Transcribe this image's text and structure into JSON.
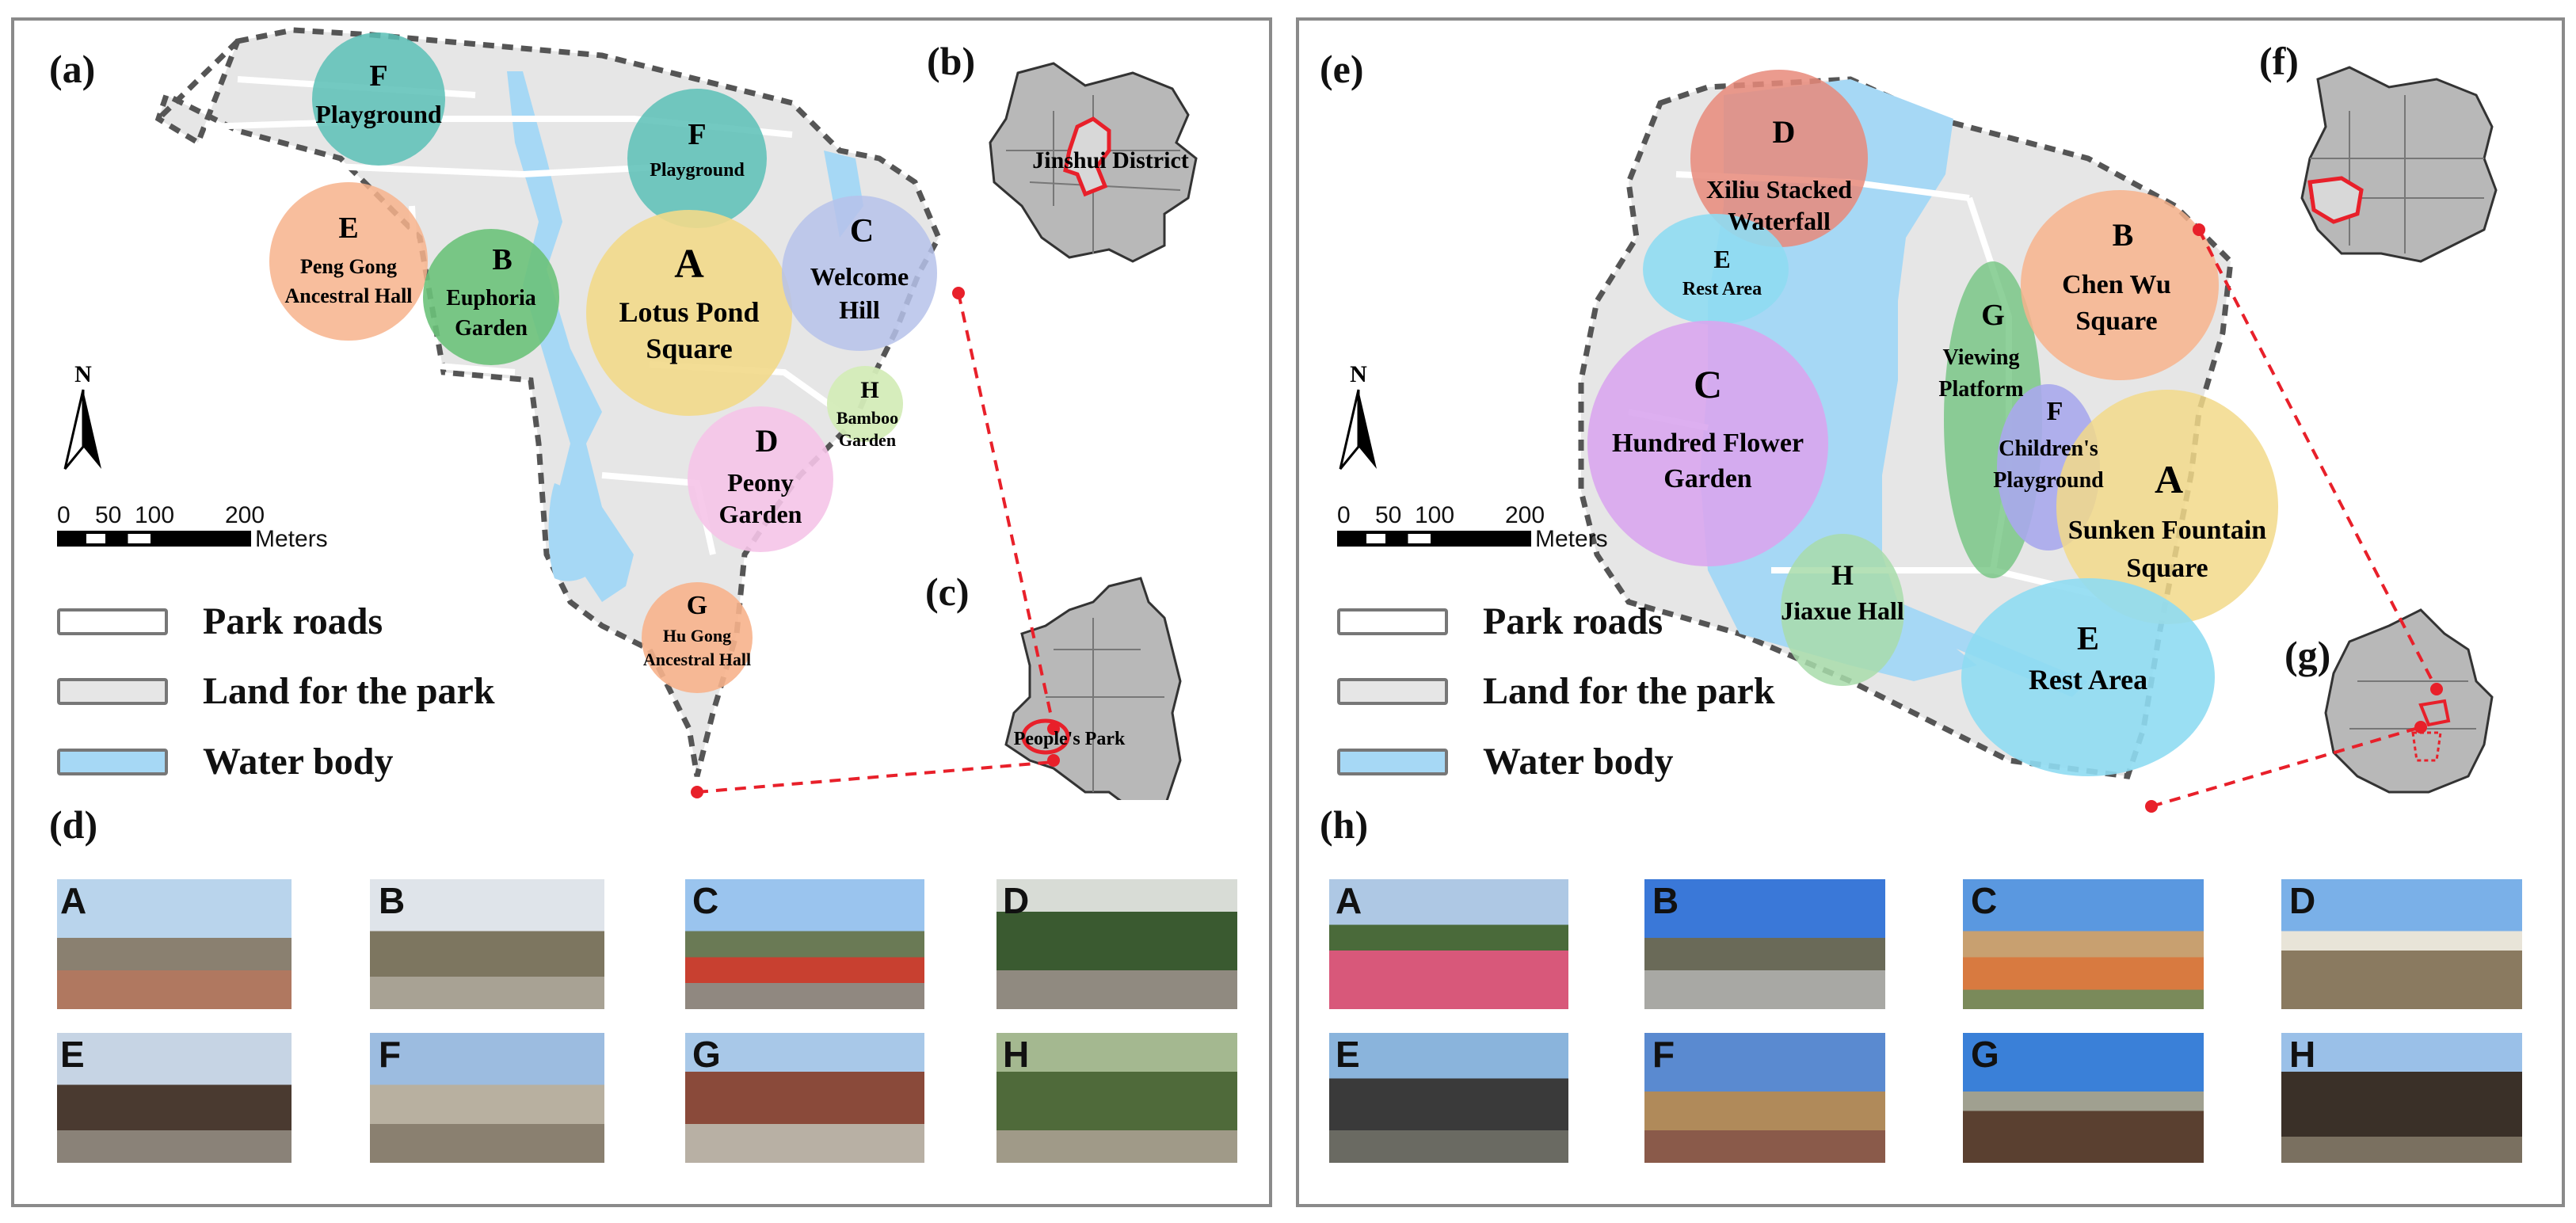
{
  "left": {
    "labels": {
      "a": "(a)",
      "b": "(b)",
      "c": "(c)",
      "d": "(d)"
    },
    "zones": [
      {
        "letter": "F",
        "name": "Playground"
      },
      {
        "letter": "F",
        "name": "Playground"
      },
      {
        "letter": "E",
        "name_lines": [
          "Peng Gong",
          "Ancestral Hall"
        ]
      },
      {
        "letter": "B",
        "name_lines": [
          "Euphoria",
          "Garden"
        ]
      },
      {
        "letter": "A",
        "name_lines": [
          "Lotus Pond",
          "Square"
        ]
      },
      {
        "letter": "C",
        "name_lines": [
          "Welcome",
          "Hill"
        ]
      },
      {
        "letter": "H",
        "name_lines": [
          "Bamboo",
          "Garden"
        ]
      },
      {
        "letter": "D",
        "name_lines": [
          "Peony",
          "Garden"
        ]
      },
      {
        "letter": "G",
        "name_lines": [
          "Hu Gong",
          "Ancestral Hall"
        ]
      }
    ],
    "district_label": "Jinshui District",
    "park_label": "People's Park",
    "photos": [
      "A",
      "B",
      "C",
      "D",
      "E",
      "F",
      "G",
      "H"
    ]
  },
  "right": {
    "labels": {
      "e": "(e)",
      "f": "(f)",
      "g": "(g)",
      "h": "(h)"
    },
    "zones": [
      {
        "letter": "D",
        "name_lines": [
          "Xiliu Stacked",
          "Waterfall"
        ]
      },
      {
        "letter": "E",
        "name_lines": [
          "Rest Area"
        ]
      },
      {
        "letter": "C",
        "name_lines": [
          "Hundred Flower",
          "Garden"
        ]
      },
      {
        "letter": "G",
        "name_lines": [
          "Viewing",
          "Platform"
        ]
      },
      {
        "letter": "B",
        "name_lines": [
          "Chen Wu",
          "Square"
        ]
      },
      {
        "letter": "F",
        "name_lines": [
          "Children's",
          "Playground"
        ]
      },
      {
        "letter": "A",
        "name_lines": [
          "Sunken Fountain",
          "Square"
        ]
      },
      {
        "letter": "H",
        "name_lines": [
          "Jiaxue Hall"
        ]
      },
      {
        "letter": "E",
        "name_lines": [
          "Rest Area"
        ]
      }
    ],
    "photos": [
      "A",
      "B",
      "C",
      "D",
      "E",
      "F",
      "G",
      "H"
    ]
  },
  "north_label": "N",
  "scale": {
    "ticks": [
      "0",
      "50",
      "100",
      "200"
    ],
    "unit": "Meters"
  },
  "legend": {
    "roads": "Park roads",
    "land": "Land for the park",
    "water": "Water body"
  },
  "colors": {
    "land": "#e6e6e6",
    "water": "#a6d8f5",
    "boundary": "#555555",
    "highlight": "#e8202a",
    "yellow": "#f2d98a",
    "blue_purple": "#b6c2ea",
    "teal": "#5bbfb6",
    "green": "#6bc27a",
    "orange": "#f7b38c",
    "pink": "#f5c4e8",
    "light_green": "#d4ecb8",
    "purple": "#d9a6ee",
    "red": "#e8897a",
    "cyan": "#8fdcf2",
    "mint": "#a8dcaa",
    "violet": "#a8a8ec"
  }
}
